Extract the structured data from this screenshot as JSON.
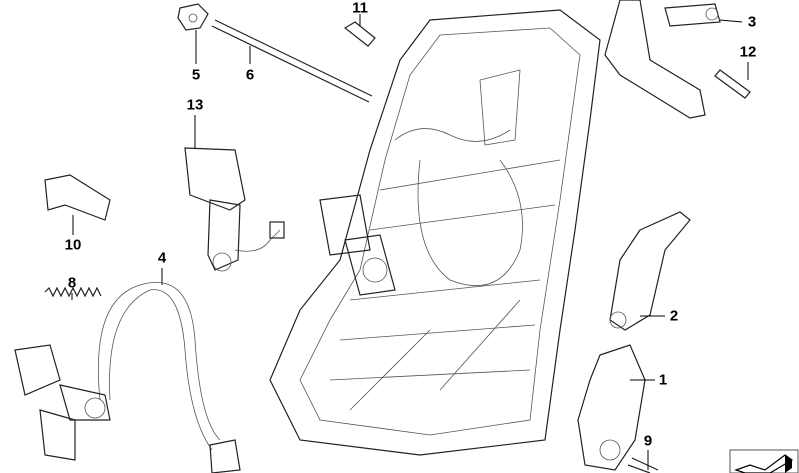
{
  "diagram": {
    "callouts": [
      {
        "id": "11",
        "label": "11"
      },
      {
        "id": "3",
        "label": "3"
      },
      {
        "id": "12",
        "label": "12"
      },
      {
        "id": "5",
        "label": "5"
      },
      {
        "id": "6",
        "label": "6"
      },
      {
        "id": "13",
        "label": "13"
      },
      {
        "id": "10",
        "label": "10"
      },
      {
        "id": "4",
        "label": "4"
      },
      {
        "id": "8",
        "label": "8"
      },
      {
        "id": "2",
        "label": "2"
      },
      {
        "id": "1",
        "label": "1"
      },
      {
        "id": "9",
        "label": "9"
      }
    ],
    "navigation_icon": "arrow-box-icon"
  }
}
